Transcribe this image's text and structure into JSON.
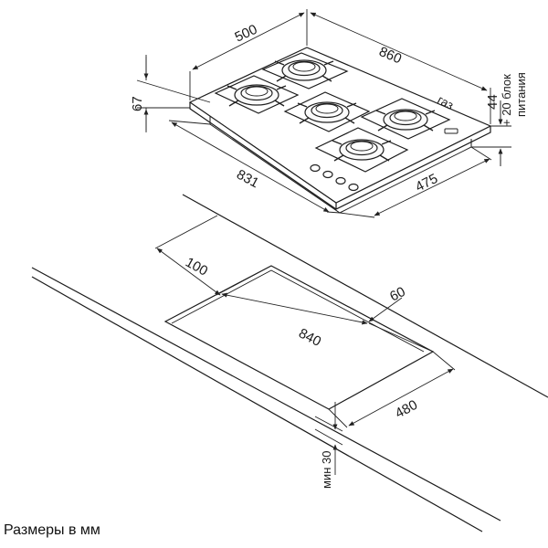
{
  "hob": {
    "dim_depth": "500",
    "dim_width": "860",
    "dim_height": "67",
    "dim_side": "44",
    "dim_power_1": "+ 20 блок",
    "dim_power_2": "питания",
    "gas_label": "газ",
    "dim_831": "831",
    "dim_475": "475"
  },
  "cutout": {
    "dim_100": "100",
    "dim_840": "840",
    "dim_60": "60",
    "dim_480": "480",
    "dim_min30": "мин 30"
  },
  "caption": "Размеры в мм"
}
